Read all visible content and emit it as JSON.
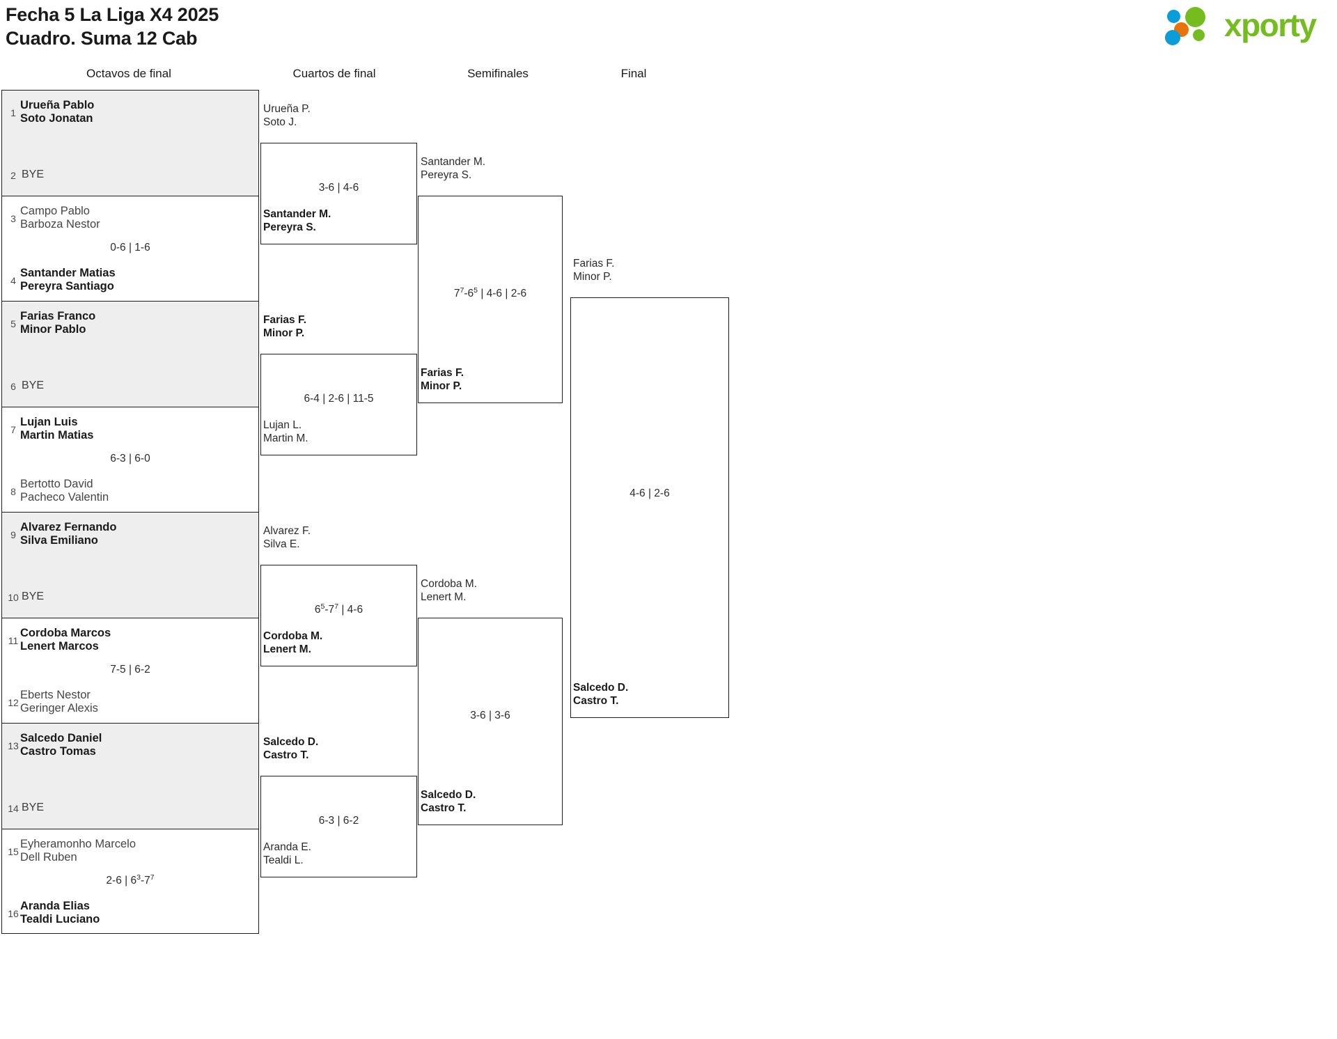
{
  "header": {
    "title_line1": "Fecha 5 La Liga X4 2025",
    "title_line2": "Cuadro. Suma 12 Cab",
    "logo_text": "xporty",
    "logo_colors": {
      "green": "#74bc1f",
      "blue": "#0b9dd8",
      "orange": "#e8730c"
    }
  },
  "rounds": [
    {
      "label": "Octavos de final"
    },
    {
      "label": "Cuartos de final"
    },
    {
      "label": "Semifinales"
    },
    {
      "label": "Final"
    }
  ],
  "round1": {
    "blocks": [
      {
        "shaded": true,
        "score": "",
        "top": {
          "seed": "1",
          "line1": "Urueña Pablo",
          "line2": "Soto Jonatan",
          "winner": true,
          "bye": false
        },
        "bottom": {
          "seed": "2",
          "line1": "BYE",
          "line2": "",
          "winner": false,
          "bye": true
        }
      },
      {
        "shaded": false,
        "score": "0-6 | 1-6",
        "top": {
          "seed": "3",
          "line1": "Campo Pablo",
          "line2": "Barboza Nestor",
          "winner": false,
          "bye": false
        },
        "bottom": {
          "seed": "4",
          "line1": "Santander Matias",
          "line2": "Pereyra Santiago",
          "winner": true,
          "bye": false
        }
      },
      {
        "shaded": true,
        "score": "",
        "top": {
          "seed": "5",
          "line1": "Farias Franco",
          "line2": "Minor Pablo",
          "winner": true,
          "bye": false
        },
        "bottom": {
          "seed": "6",
          "line1": "BYE",
          "line2": "",
          "winner": false,
          "bye": true
        }
      },
      {
        "shaded": false,
        "score": "6-3 | 6-0",
        "top": {
          "seed": "7",
          "line1": "Lujan Luis",
          "line2": "Martin Matias",
          "winner": true,
          "bye": false
        },
        "bottom": {
          "seed": "8",
          "line1": "Bertotto David",
          "line2": "Pacheco Valentin",
          "winner": false,
          "bye": false
        }
      },
      {
        "shaded": true,
        "score": "",
        "top": {
          "seed": "9",
          "line1": "Alvarez Fernando",
          "line2": "Silva Emiliano",
          "winner": true,
          "bye": false
        },
        "bottom": {
          "seed": "10",
          "line1": "BYE",
          "line2": "",
          "winner": false,
          "bye": true
        }
      },
      {
        "shaded": false,
        "score": "7-5 | 6-2",
        "top": {
          "seed": "11",
          "line1": "Cordoba Marcos",
          "line2": "Lenert Marcos",
          "winner": true,
          "bye": false
        },
        "bottom": {
          "seed": "12",
          "line1": "Eberts Nestor",
          "line2": "Geringer Alexis",
          "winner": false,
          "bye": false
        }
      },
      {
        "shaded": true,
        "score": "",
        "top": {
          "seed": "13",
          "line1": "Salcedo Daniel",
          "line2": "Castro Tomas",
          "winner": true,
          "bye": false
        },
        "bottom": {
          "seed": "14",
          "line1": "BYE",
          "line2": "",
          "winner": false,
          "bye": true
        }
      },
      {
        "shaded": false,
        "score_html": "2-6 | 6<sup>3</sup>-7<sup>7</sup>",
        "score": "2-6 | 6³-7⁷",
        "top": {
          "seed": "15",
          "line1": "Eyheramonho Marcelo",
          "line2": "Dell Ruben",
          "winner": false,
          "bye": false
        },
        "bottom": {
          "seed": "16",
          "line1": "Aranda Elias",
          "line2": "Tealdi Luciano",
          "winner": true,
          "bye": false
        }
      }
    ]
  },
  "quarterfinals": [
    {
      "score": "3-6 | 4-6",
      "score_html": "3-6 | 4-6",
      "top": {
        "line1": "Urueña P.",
        "line2": "Soto J.",
        "winner": false
      },
      "bottom": {
        "line1": "Santander M.",
        "line2": "Pereyra S.",
        "winner": true
      }
    },
    {
      "score": "6-4 | 2-6 | 11-5",
      "score_html": "6-4 | 2-6 | 11-5",
      "top": {
        "line1": "Farias F.",
        "line2": "Minor P.",
        "winner": true
      },
      "bottom": {
        "line1": "Lujan L.",
        "line2": "Martin M.",
        "winner": false
      }
    },
    {
      "score": "6⁵-7⁷ | 4-6",
      "score_html": "6<sup>5</sup>-7<sup>7</sup> | 4-6",
      "top": {
        "line1": "Alvarez F.",
        "line2": "Silva E.",
        "winner": false
      },
      "bottom": {
        "line1": "Cordoba M.",
        "line2": "Lenert M.",
        "winner": true
      }
    },
    {
      "score": "6-3 | 6-2",
      "score_html": "6-3 | 6-2",
      "top": {
        "line1": "Salcedo D.",
        "line2": "Castro T.",
        "winner": true
      },
      "bottom": {
        "line1": "Aranda E.",
        "line2": "Tealdi L.",
        "winner": false
      }
    }
  ],
  "semifinals": [
    {
      "score": "7⁷-6⁵ | 4-6 | 2-6",
      "score_html": "7<sup>7</sup>-6<sup>5</sup> | 4-6 | 2-6",
      "top": {
        "line1": "Santander M.",
        "line2": "Pereyra S.",
        "winner": false
      },
      "bottom": {
        "line1": "Farias F.",
        "line2": "Minor P.",
        "winner": true
      }
    },
    {
      "score": "3-6 | 3-6",
      "score_html": "3-6 | 3-6",
      "top": {
        "line1": "Cordoba M.",
        "line2": "Lenert M.",
        "winner": false
      },
      "bottom": {
        "line1": "Salcedo D.",
        "line2": "Castro T.",
        "winner": true
      }
    }
  ],
  "final": {
    "score": "4-6 | 2-6",
    "score_html": "4-6 | 2-6",
    "top": {
      "line1": "Farias F.",
      "line2": "Minor P.",
      "winner": false
    },
    "bottom": {
      "line1": "Salcedo D.",
      "line2": "Castro T.",
      "winner": true
    }
  }
}
